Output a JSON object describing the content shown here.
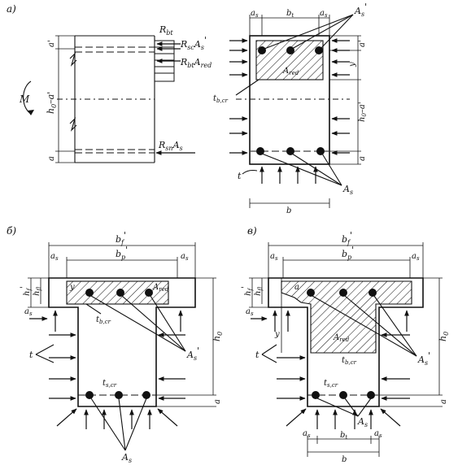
{
  "panels": {
    "a": {
      "tag": "а)",
      "labels": {
        "Rbt": "R",
        "Rbt_sub": "bt",
        "Rsc_As": "R",
        "Rsc_sub": "sc",
        "Rsc_As_tail": "A",
        "Rsc_As_sub2": "s",
        "Rsc_prime": "'",
        "Rbt_Ared": "R",
        "Rbt_Ared_sub": "bt",
        "Rbt_Ared_tail": "A",
        "Rbt_Ared_sub2": "red",
        "Rsn_As": "R",
        "Rsn_sub": "sn",
        "Rsn_tail": "A",
        "Rsn_sub2": "s",
        "M": "M",
        "h0_a": "h",
        "h0_a_sub": "0",
        "h0_a_tail": "–a'",
        "a_top": "a'",
        "a_bot": "a"
      }
    },
    "a_right": {
      "a_left": "a",
      "a_left_sub": "s",
      "bt": "b",
      "bt_sub": "t",
      "a_right": "a",
      "a_right_sub": "s",
      "As_prime": "A",
      "As_prime_sub": "s",
      "As_prime_mark": "'",
      "Ared": "A",
      "Ared_sub": "red",
      "tbcr": "t",
      "tbcr_sub": "b,cr",
      "a_prime_dim": "a'",
      "y_dim": "y",
      "h0_a_dim": "h",
      "h0_a_dim_sub": "0",
      "h0_a_dim_tail": "–a'",
      "a_dim": "a",
      "t_label": "t",
      "As": "A",
      "As_sub": "s",
      "b": "b"
    },
    "b": {
      "tag": "б)",
      "bf": "b",
      "bf_sub": "f",
      "bf_mark": "'",
      "bp": "b",
      "bp_sub": "p",
      "bp_mark": "'",
      "as_l": "a",
      "as_l_sub": "s",
      "as_r": "a",
      "as_r_sub": "s",
      "hf": "h",
      "hf_sub": "f",
      "hf_mark": "'",
      "hfl": "h",
      "hfl_sub": "fl",
      "as_v": "a",
      "as_v_sub": "s",
      "y": "y",
      "Ared": "A",
      "Ared_sub": "red",
      "tbcr": "t",
      "tbcr_sub": "b,cr",
      "h0": "h",
      "h0_sub": "0",
      "tscr": "t",
      "tscr_sub": "s,cr",
      "As_prime": "A",
      "As_prime_sub": "s",
      "As_prime_mark": "'",
      "t": "t",
      "a": "a",
      "As": "A",
      "As_sub": "s"
    },
    "c": {
      "tag": "в)",
      "bf": "b",
      "bf_sub": "f",
      "bf_mark": "'",
      "bp": "b",
      "bp_sub": "p",
      "bp_mark": "'",
      "as_l": "a",
      "as_l_sub": "s",
      "as_r": "a",
      "as_r_sub": "s",
      "hf": "h",
      "hf_sub": "f",
      "hf_mark": "'",
      "hfl": "h",
      "hfl_sub": "fl",
      "as_v": "a",
      "as_v_sub": "s",
      "y": "y",
      "a_in": "a",
      "Ared": "A",
      "Ared_sub": "red",
      "tbcr": "t",
      "tbcr_sub": "b,cr",
      "tscr": "t",
      "tscr_sub": "s,cr",
      "h0": "h",
      "h0_sub": "0",
      "As_prime": "A",
      "As_prime_sub": "s",
      "As_prime_mark": "'",
      "t": "t",
      "a": "a",
      "As": "A",
      "As_sub": "s",
      "as_b_l": "a",
      "as_b_l_sub": "s",
      "bt": "b",
      "bt_sub": "t",
      "as_b_r": "a",
      "as_b_r_sub": "s",
      "b": "b"
    }
  }
}
